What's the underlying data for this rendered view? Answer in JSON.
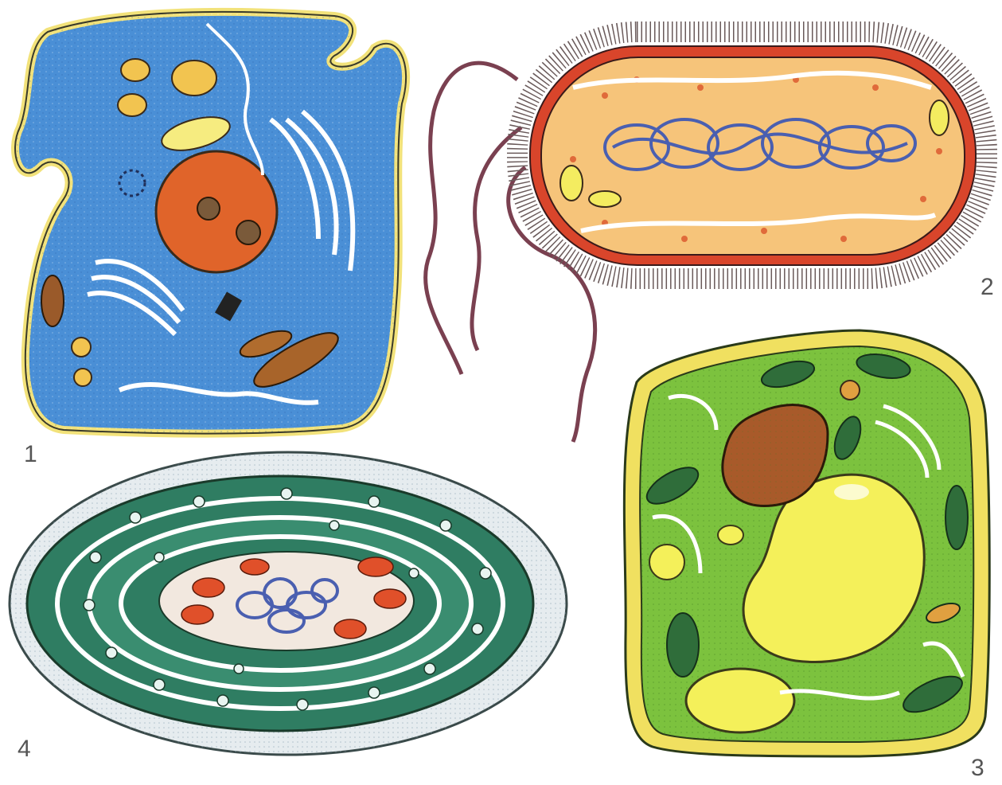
{
  "labels": {
    "cell1": "1",
    "cell2": "2",
    "cell3": "3",
    "cell4": "4"
  },
  "colors": {
    "animal_cytoplasm": "#4a8fd6",
    "animal_membrane": "#f2e27a",
    "nucleus": "#e0642a",
    "bacterium_wall": "#d9452b",
    "bacterium_cytoplasm": "#f6c47a",
    "plant_cytoplasm": "#7cc23e",
    "plant_wall": "#f0e060",
    "chloroplast": "#2f6d3a",
    "vacuole": "#f4f05a",
    "bluegreen_body": "#2f7d62",
    "bluegreen_sheath": "#e6ecef",
    "dna": "#5a6fc0"
  }
}
